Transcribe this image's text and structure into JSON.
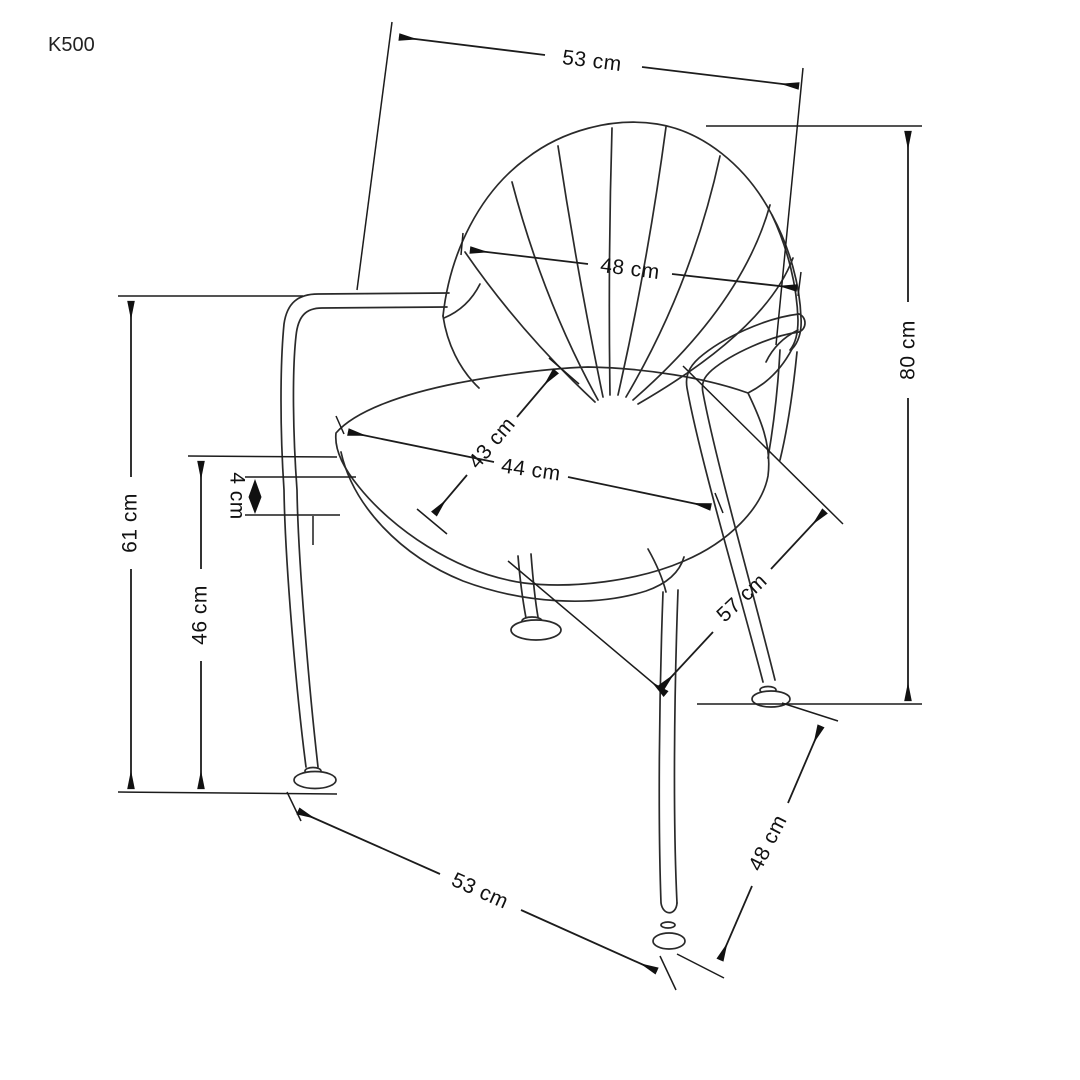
{
  "title": "K500",
  "unit": "cm",
  "colors": {
    "line": "#2a2a2a",
    "dimension": "#1c1c1c",
    "text": "#111111",
    "background": "#ffffff"
  },
  "dimensions": {
    "top_width": {
      "label": "53 cm",
      "value": 53
    },
    "backrest_width": {
      "label": "48 cm",
      "value": 48
    },
    "overall_height": {
      "label": "80 cm",
      "value": 80
    },
    "armrest_height": {
      "label": "61 cm",
      "value": 61
    },
    "seat_height": {
      "label": "46 cm",
      "value": 46
    },
    "cushion_thickness": {
      "label": "4 cm",
      "value": 4
    },
    "seat_depth": {
      "label": "43 cm",
      "value": 43
    },
    "seat_width": {
      "label": "44 cm",
      "value": 44
    },
    "overall_depth": {
      "label": "57 cm",
      "value": 57
    },
    "base_depth": {
      "label": "48 cm",
      "value": 48
    },
    "base_width": {
      "label": "53 cm",
      "value": 53
    }
  }
}
